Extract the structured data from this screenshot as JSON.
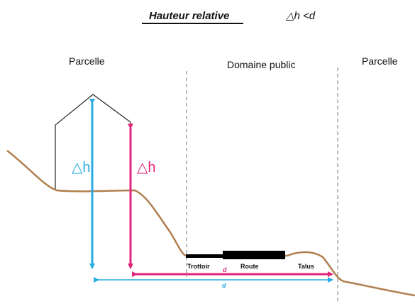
{
  "header": {
    "title": "Hauteur relative",
    "condition": "△h <d"
  },
  "zones": {
    "left_parcel": "Parcelle",
    "public_domain": "Domaine public",
    "right_parcel": "Parcelle"
  },
  "labels": {
    "dh_blue": "△h",
    "dh_pink": "△h",
    "trottoir": "Trottoir",
    "route": "Route",
    "talus": "Talus",
    "d_pink": "d",
    "d_blue": "d"
  },
  "colors": {
    "terrain": "#b08050",
    "blue": "#29abe2",
    "pink": "#e0257a",
    "house": "#333333",
    "divider": "#777777",
    "road": "#000000"
  }
}
